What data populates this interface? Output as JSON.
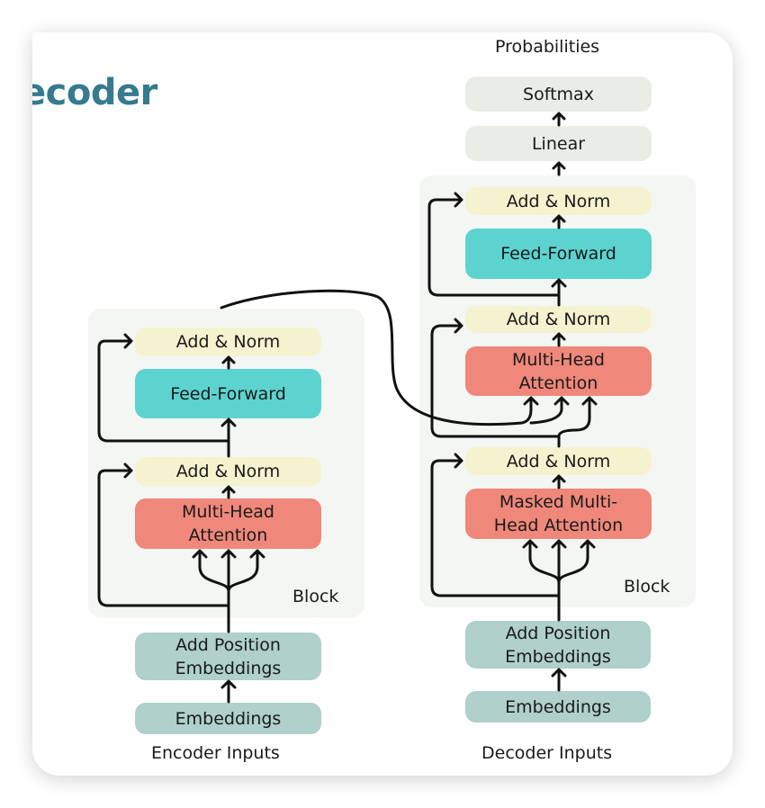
{
  "title": "ecoder",
  "encoder": {
    "block_label": "Block",
    "add_norm_top": "Add & Norm",
    "feed_forward": "Feed-Forward",
    "add_norm_bottom": "Add & Norm",
    "attention": "Multi-Head\nAttention",
    "position_embeddings": "Add Position\nEmbeddings",
    "embeddings": "Embeddings",
    "inputs_label": "Encoder Inputs"
  },
  "decoder": {
    "output_label": "Probabilities",
    "softmax": "Softmax",
    "linear": "Linear",
    "block_label": "Block",
    "add_norm_top": "Add & Norm",
    "feed_forward": "Feed-Forward",
    "add_norm_middle": "Add & Norm",
    "cross_attention": "Multi-Head\nAttention",
    "add_norm_bottom": "Add & Norm",
    "masked_attention": "Masked Multi-\nHead Attention",
    "position_embeddings": "Add Position\nEmbeddings",
    "embeddings": "Embeddings",
    "inputs_label": "Decoder Inputs"
  },
  "colors": {
    "title": "#357a8e",
    "add_norm": "#f5f2cf",
    "feed_forward": "#5dd3cf",
    "attention": "#ef887b",
    "embeddings": "#afd0cb",
    "output_layers": "#eaede5",
    "block_background": "#f4f6f3"
  }
}
